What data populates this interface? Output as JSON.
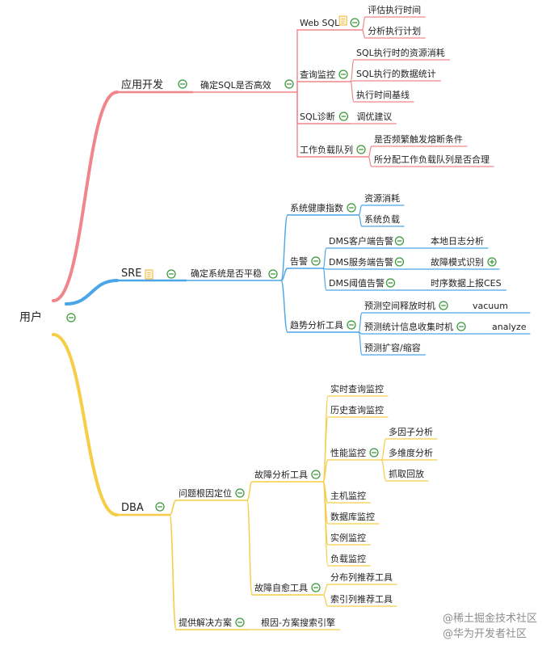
{
  "colors": {
    "red": "#f0868b",
    "blue": "#4aa6e6",
    "yellow": "#f5cd47",
    "text": "#222222",
    "toggle": "#3c9a3c",
    "note": "#f2b33d"
  },
  "root": {
    "label": "用户",
    "toggle": "collapse-icon"
  },
  "branches": [
    {
      "key": "app",
      "label": "应用开发",
      "color": "red",
      "child": "确定SQL是否高效"
    },
    {
      "key": "sre",
      "label": "SRE",
      "color": "blue",
      "child": "确定系统是否平稳",
      "note_icon": "note-icon"
    },
    {
      "key": "dba",
      "label": "DBA",
      "color": "yellow"
    }
  ],
  "nodes": {
    "websql": "Web SQL",
    "q_eval": "评估执行时间",
    "q_plan": "分析执行计划",
    "query_mon": "查询监控",
    "qm_res": "SQL执行时的资源消耗",
    "qm_stat": "SQL执行的数据统计",
    "qm_base": "执行时间基线",
    "sqldiag": "SQL诊断",
    "tune": "调优建议",
    "workload": "工作负载队列",
    "wl_fuse": "是否频繁触发熔断条件",
    "wl_alloc": "所分配工作负载队列是否合理",
    "health": "系统健康指数",
    "h_res": "资源消耗",
    "h_load": "系统负载",
    "alarm": "告警",
    "a_client": "DMS客户端告警",
    "a_local": "本地日志分析",
    "a_server": "DMS服务端告警",
    "a_fault": "故障模式识别",
    "a_thresh": "DMS阈值告警",
    "a_ces": "时序数据上报CES",
    "trend": "趋势分析工具",
    "t_space": "预测空间释放时机",
    "t_vacuum": "vacuum",
    "t_stat": "预测统计信息收集时机",
    "t_analyze": "analyze",
    "t_scale": "预测扩容/缩容",
    "locate": "问题根因定位",
    "fault_tool": "故障分析工具",
    "f_realtime": "实时查询监控",
    "f_history": "历史查询监控",
    "f_perf": "性能监控",
    "p_multi": "多因子分析",
    "p_dim": "多维度分析",
    "p_capture": "抓取回放",
    "f_host": "主机监控",
    "f_db": "数据库监控",
    "f_inst": "实例监控",
    "f_load": "负载监控",
    "self_heal": "故障自愈工具",
    "s_dist": "分布列推荐工具",
    "s_index": "索引列推荐工具",
    "solution": "提供解决方案",
    "root_cause": "根因-方案搜索引擎"
  },
  "watermark": [
    "@稀土掘金技术社区",
    "@华为开发者社区"
  ]
}
